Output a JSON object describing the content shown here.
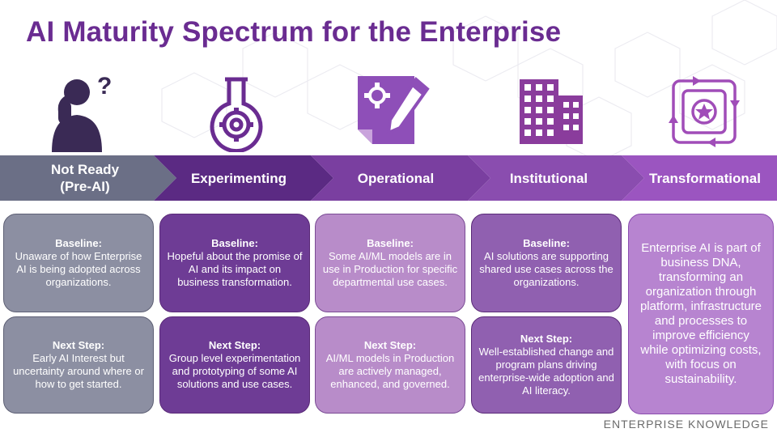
{
  "title": "AI Maturity Spectrum for the Enterprise",
  "colors": {
    "title": "#6a2c91",
    "stage_bands": [
      "#6b6f86",
      "#5b2a83",
      "#7a3fa0",
      "#8a4daf",
      "#9b55c0"
    ],
    "card_fills": [
      "#8c8fa2",
      "#6e3c95",
      "#b88cc9",
      "#9060b0",
      "#b784d0"
    ]
  },
  "stages": [
    {
      "name": "Not Ready\n(Pre-AI)",
      "icon": "confused-person-icon",
      "baseline_heading": "Baseline:",
      "baseline_text": "Unaware of how Enterprise AI is being adopted across organizations.",
      "next_heading": "Next Step:",
      "next_text": "Early AI Interest but uncertainty around where or how to get started."
    },
    {
      "name": "Experimenting",
      "icon": "flask-gear-icon",
      "baseline_heading": "Baseline:",
      "baseline_text": "Hopeful about the promise of AI and its impact on business transformation.",
      "next_heading": "Next Step:",
      "next_text": "Group level experimentation and prototyping of some AI solutions and use cases."
    },
    {
      "name": "Operational",
      "icon": "gear-document-pencil-icon",
      "baseline_heading": "Baseline:",
      "baseline_text": "Some AI/ML models are in use in Production for specific departmental use cases.",
      "next_heading": "Next Step:",
      "next_text": "AI/ML models in Production are actively managed, enhanced, and governed."
    },
    {
      "name": "Institutional",
      "icon": "office-buildings-icon",
      "baseline_heading": "Baseline:",
      "baseline_text": "AI solutions are supporting shared use cases across the organizations.",
      "next_heading": "Next Step:",
      "next_text": "Well-established change and program plans driving enterprise-wide adoption and AI literacy."
    },
    {
      "name": "Transformational",
      "icon": "star-cycle-icon",
      "summary_text": "Enterprise AI is part of business DNA, transforming an organization through platform, infrastructure and processes to improve efficiency while optimizing costs, with focus on sustainability."
    }
  ],
  "footer": "ENTERPRISE KNOWLEDGE"
}
